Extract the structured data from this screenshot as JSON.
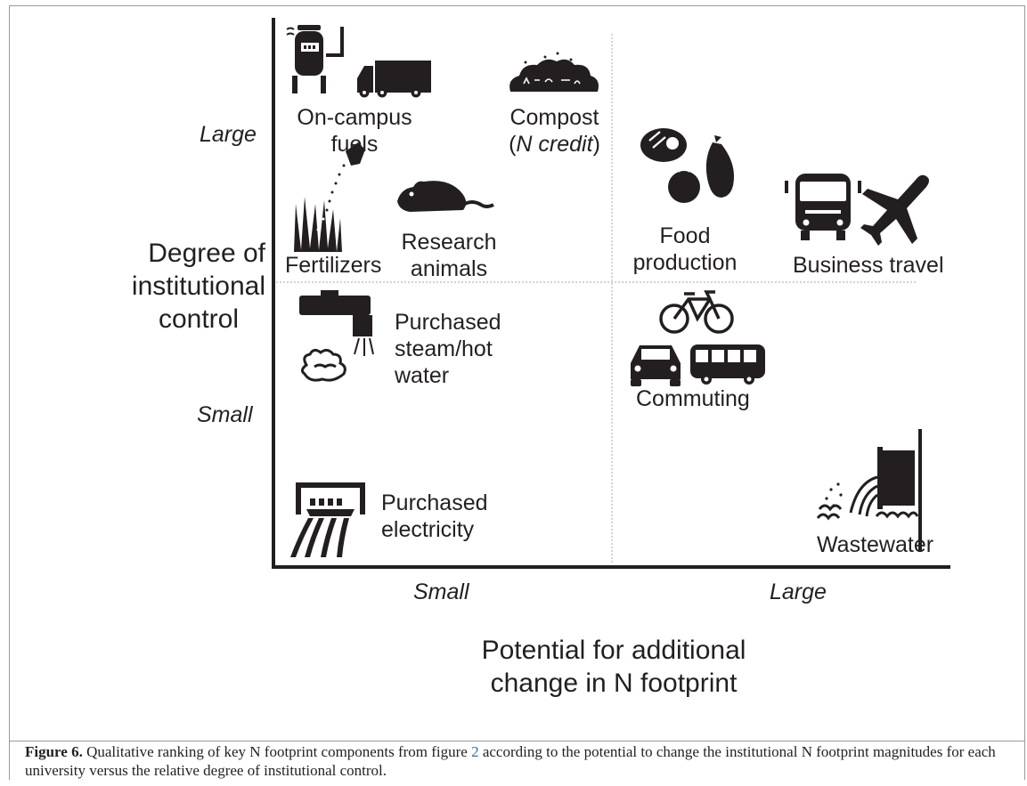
{
  "axes": {
    "y_title_lines": [
      "Degree of",
      "institutional",
      "control"
    ],
    "y_tick_large": "Large",
    "y_tick_small": "Small",
    "x_tick_small": "Small",
    "x_tick_large": "Large",
    "x_title_lines": [
      "Potential for additional",
      "change in N footprint"
    ]
  },
  "items": {
    "on_campus_fuels": [
      "On-campus",
      "fuels"
    ],
    "compost": {
      "line1": "Compost",
      "open": "(",
      "credit": "N credit",
      "close": ")"
    },
    "food_production": [
      "Food",
      "production"
    ],
    "business_travel": "Business travel",
    "fertilizers": "Fertilizers",
    "research_animals": [
      "Research",
      "animals"
    ],
    "purchased_steam": [
      "Purchased",
      "steam/hot",
      "water"
    ],
    "commuting": "Commuting",
    "purchased_electricity": [
      "Purchased",
      "electricity"
    ],
    "wastewater": "Wastewater"
  },
  "caption": {
    "label": "Figure 6.",
    "text_before_link": " Qualitative ranking of key N footprint components from figure ",
    "link": "2",
    "text_after_link": " according to the potential to change the institutional N footprint magnitudes for each university versus the relative degree of institutional control."
  },
  "colors": {
    "ink": "#231f20",
    "divider": "#b9b9b9",
    "link": "#2a6fb0",
    "frame": "#9a9a9a"
  }
}
